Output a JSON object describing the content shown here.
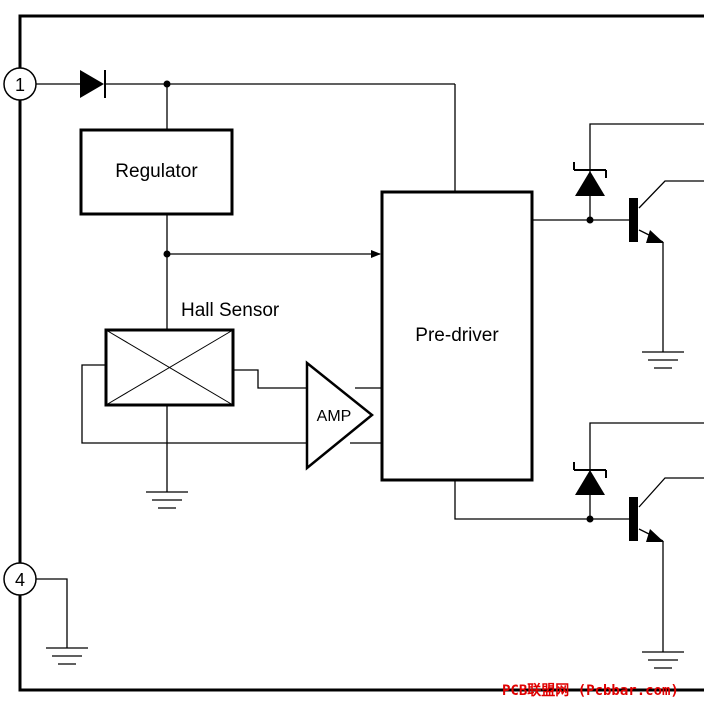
{
  "pins": {
    "pin1": "1",
    "pin4": "4"
  },
  "blocks": {
    "regulator": "Regulator",
    "hall_sensor": "Hall Sensor",
    "amp": "AMP",
    "pre_driver": "Pre-driver"
  },
  "watermark": "PCB联盟网 (Pcbbar.com)"
}
